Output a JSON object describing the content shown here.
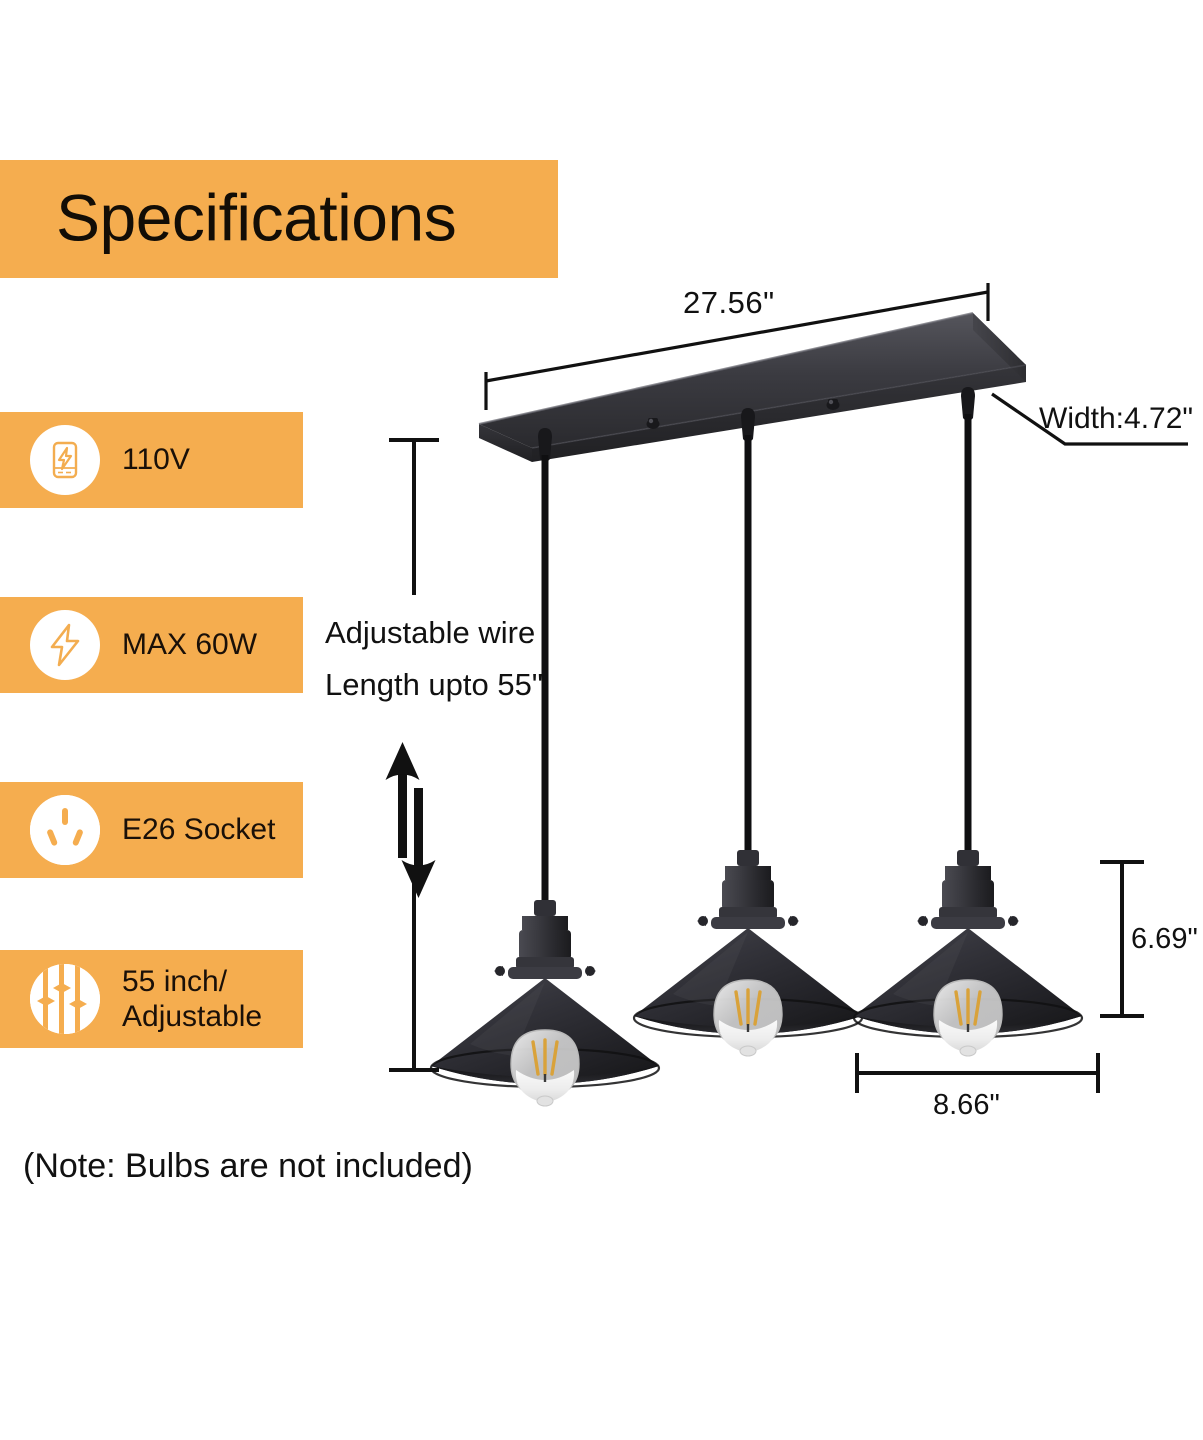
{
  "header": {
    "title": "Specifications",
    "banner_color": "#f5ad4f"
  },
  "specs": [
    {
      "id": "voltage",
      "label": "110V",
      "icon": "battery-bolt-icon"
    },
    {
      "id": "wattage",
      "label": "MAX 60W",
      "icon": "lightning-bolt-icon"
    },
    {
      "id": "socket",
      "label": "E26 Socket",
      "icon": "power-socket-icon"
    },
    {
      "id": "length",
      "label": "55 inch/\nAdjustable",
      "icon": "adjustable-cord-icon"
    }
  ],
  "dimensions": {
    "canopy_length": "27.56\"",
    "canopy_width": "Width:4.72\"",
    "shade_height": "6.69\"",
    "shade_diameter": "8.66\"",
    "adjustable_line1": "Adjustable wire",
    "adjustable_line2": "Length upto 55\""
  },
  "note": "(Note: Bulbs are not included)",
  "product": {
    "fixture_type": "3-light linear pendant chandelier",
    "finish": "matte black",
    "bulb_count": 3,
    "bulb_style": "edison-led-filament"
  },
  "colors": {
    "accent": "#f5ad4f",
    "metal_dark": "#2b2b2e",
    "metal_mid": "#3d3d42",
    "text": "#111111",
    "bulb_filament": "#d9a23a"
  }
}
